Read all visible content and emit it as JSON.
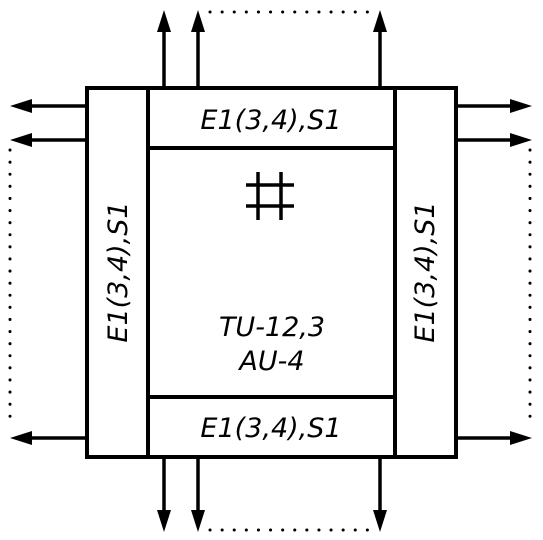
{
  "diagram": {
    "top_label": "E1(3,4),S1",
    "bottom_label": "E1(3,4),S1",
    "left_label": "E1(3,4),S1",
    "right_label": "E1(3,4),S1",
    "center_line1": "TU-12,3",
    "center_line2": "AU-4",
    "center_symbol": "hash-symbol"
  }
}
